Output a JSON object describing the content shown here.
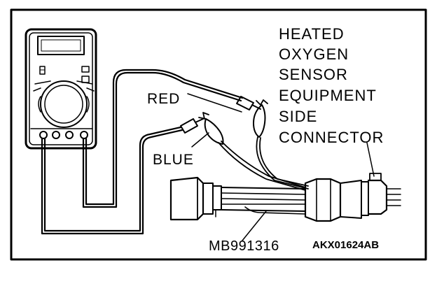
{
  "title_lines": [
    "HEATED",
    "OXYGEN",
    "SENSOR",
    "EQUIPMENT",
    "SIDE",
    "CONNECTOR"
  ],
  "labels": {
    "red": "RED",
    "blue": "BLUE",
    "tool": "MB991316",
    "figure_code": "AKX01624AB"
  },
  "colors": {
    "line": "#000000",
    "background": "#ffffff"
  }
}
